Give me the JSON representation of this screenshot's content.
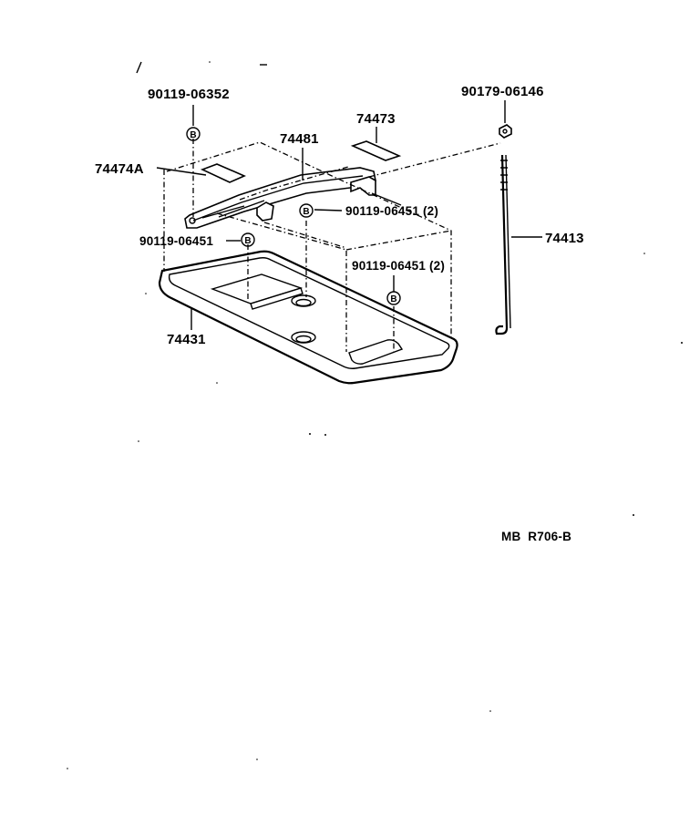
{
  "parts": {
    "p_90119_06352": "90119-06352",
    "p_74473": "74473",
    "p_74481": "74481",
    "p_74474A": "74474A",
    "p_90119_06451_2_upper": "90119-06451 (2)",
    "p_90119_06451_left": "90119-06451",
    "p_90119_06451_2_lower": "90119-06451 (2)",
    "p_74431": "74431",
    "p_90179_06146": "90179-06146",
    "p_74413": "74413"
  },
  "bolt_symbol": "B",
  "reference_code": "MB  R706-B",
  "colors": {
    "line": "#000000",
    "background": "#ffffff"
  }
}
